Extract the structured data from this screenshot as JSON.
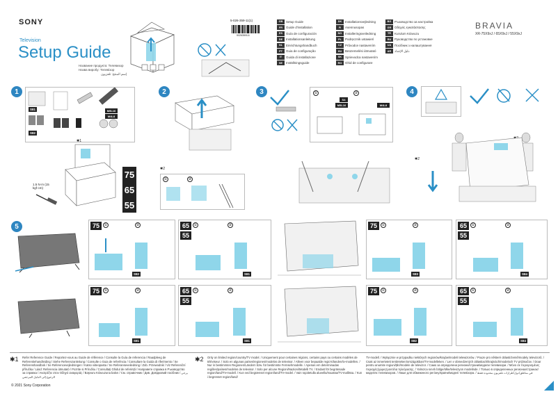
{
  "header": {
    "brand": "SONY",
    "category": "Television",
    "title": "Setup Guide",
    "subtitle_line1": "Название продукта: Телевизор",
    "subtitle_line2": "Назва виробу: Телевізор",
    "subtitle_line3": "إسم المنتج: تلفزيون",
    "part_number": "5-026-359-11(1)",
    "barcode_number": "5026359111",
    "product_line": "BRAVIA",
    "models": "XR-75X9xJ / 65X9xJ / 55X9xJ"
  },
  "languages": {
    "col1": [
      {
        "code": "GB",
        "label": "Setup Guide"
      },
      {
        "code": "FR",
        "label": "Guide d'installation"
      },
      {
        "code": "ES",
        "label": "Guía de configuración"
      },
      {
        "code": "DE",
        "label": "Installationsanleitung"
      },
      {
        "code": "NL",
        "label": "Einrichtungshandbuch"
      },
      {
        "code": "PT",
        "label": "Guia de configuração"
      },
      {
        "code": "IT",
        "label": "Guida di installazione"
      },
      {
        "code": "SE",
        "label": "Inställningsguide"
      }
    ],
    "col2": [
      {
        "code": "DK",
        "label": "Installationsvejledning"
      },
      {
        "code": "FI",
        "label": "Asennusopas"
      },
      {
        "code": "NO",
        "label": "Installeringsveiledning"
      },
      {
        "code": "PL",
        "label": "Podręcznik ustawień"
      },
      {
        "code": "CZ",
        "label": "Průvodce nastavením"
      },
      {
        "code": "HU",
        "label": "Beüzemelési útmutató"
      },
      {
        "code": "SK",
        "label": "Sprievodca nastavením"
      },
      {
        "code": "RO",
        "label": "Ghid de configurare"
      }
    ],
    "col3": [
      {
        "code": "BG",
        "label": "Ръководство за настройка"
      },
      {
        "code": "GR",
        "label": "Οδηγός εγκατάστασης"
      },
      {
        "code": "TR",
        "label": "Kurulum Kılavuzu"
      },
      {
        "code": "RU",
        "label": "Руководство по установке"
      },
      {
        "code": "UA",
        "label": "Посібник з налаштування"
      },
      {
        "code": "AR",
        "label": "دليل الإعداد"
      }
    ]
  },
  "steps": {
    "s1": "1",
    "s2": "2",
    "s3": "3",
    "s4": "4",
    "s5": "5"
  },
  "substeps": {
    "one": "①",
    "two": "②"
  },
  "labels": {
    "star1": "✱1",
    "star2": "✱2",
    "torque": "1.5 N·m (15 kgf·cm)",
    "screw_m5l16": "M5L16",
    "screw_m4l8": "M4L8",
    "screw_s4l": "S4",
    "size_75": "75",
    "size_65": "65",
    "size_55": "55",
    "s81": "S81",
    "s82": "S82",
    "s83": "S83",
    "s84": "S84"
  },
  "footer": {
    "note1_mark": "✱1",
    "note1": "Refer Reference Guide / Reportez-vous au Guide de référence / Consulte la Guía de referencia / Raadpleeg de Referentiehandleiding / Siehe Referenzanleitung / Consulte o Guia de referência / Consultare la Guida di riferimento / Se Referenshandbok / Se Referencevejledningen / Katso viiteopasta / Se Referanseveiledning / Zob. Przewodnik / Viz Referenční příručka / Lásd: Referencia útmutató / Pozrite si Príručku / Consultați Ghidul de referință / Направете справка в Ръководство за справка / Ανατρέξτε στον Οδηγό αναφοράς / Başvuru Kılavuzuna bakın / См. справочник / Див. Довідковий посібник / يرجى الرجوع إلى الدليل المرجعي",
    "note2_mark": "✱2",
    "note2": "Only on limited region/country/TV model. / Uniquement pour certaines régions, certains pays ou certains modèles de téléviseur. / Solo en algunas países/regiones/modelos de televisor. / Alleen voor bepaalde regio's/landen/tv-modellen. / Nur in bestimmten Regionen/Ländern bzw. für bestimmte Fernsehmodelle. / Apenas em determinadas regiões/países/modelos de televisor. / Solo per alcune Regioni/Nazioni/Modelli TV. / Endast för begränsade region/land/TV-modell. / Kun ved begrænset region/land/TV-model. / Vain rajoitetulla alueella/maassa/TV-mallissa. / Kun i begrenset region/land/",
    "note3": "TV-modell. / Wyłącznie w przypadku niektórych regionów/krajów/modeli telewizorów. / Pouze pro některé oblasti/země/modely televizorů. / Csak az ismertetett területeken/országokban/TV-modelleken. / Len v obmedzených oblastiach/krajinách/modeloch TV prijímačov. / Doar pentru anumite regiuni/țări/modele de televizor. / Само за определени региони/страни/модели телевизори. / Μόνο σε περιορισμένες περιοχές/χώρες/μοντέλα τηλεόρασης. / Yalnızca sınırlı bölge/ülke/televizyon modelinde. / Только в определенных регионах/странах/моделях телевизоров. / Лише для обмеженого регіону/країни/моделі телевізора. / في مناطق/دول/طرازات تلفزيون محدودة فقط",
    "copyright": "© 2021 Sony Corporation"
  },
  "colors": {
    "accent": "#2a8fc6",
    "cyan": "#8fd6ea",
    "badge": "#222222",
    "circle": "#2e86c1"
  }
}
